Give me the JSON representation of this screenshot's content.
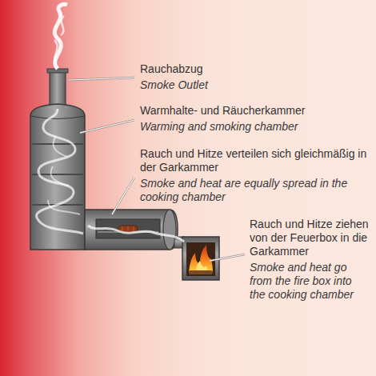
{
  "diagram": {
    "labels": [
      "Rauchabzug",
      "Smoke Outlet",
      "Warmhalte- und Räucherkammer",
      "Warming and smoking chamber",
      "Rauch und Hitze verteilen sich gleichmäßig in der Garkammer",
      "Smoke and heat are equally spread in the cooking chamber",
      "Rauch und Hitze ziehen von der Feuerbox in die Garkammer",
      "Smoke and heat go from the fire box into the cooking chamber"
    ]
  }
}
